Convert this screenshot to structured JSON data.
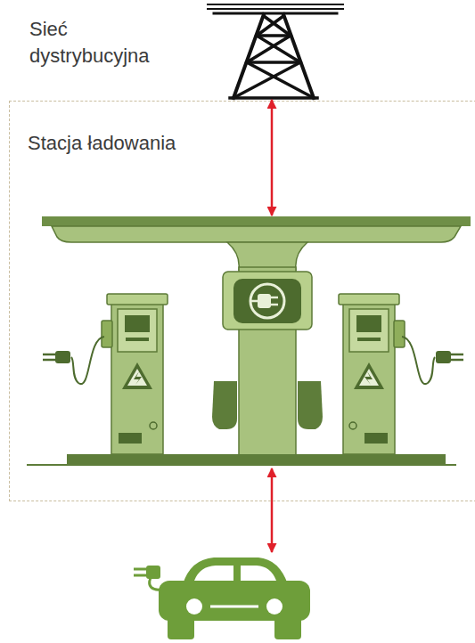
{
  "diagram": {
    "nodes": [
      {
        "text": [
          "Sieć dystrybucyjna"
        ]
      },
      {
        "text": [
          "Stacja ładowania"
        ]
      }
    ],
    "edges": [
      {
        "from": 0,
        "to": 1,
        "arrow": "both"
      }
    ]
  }
}
